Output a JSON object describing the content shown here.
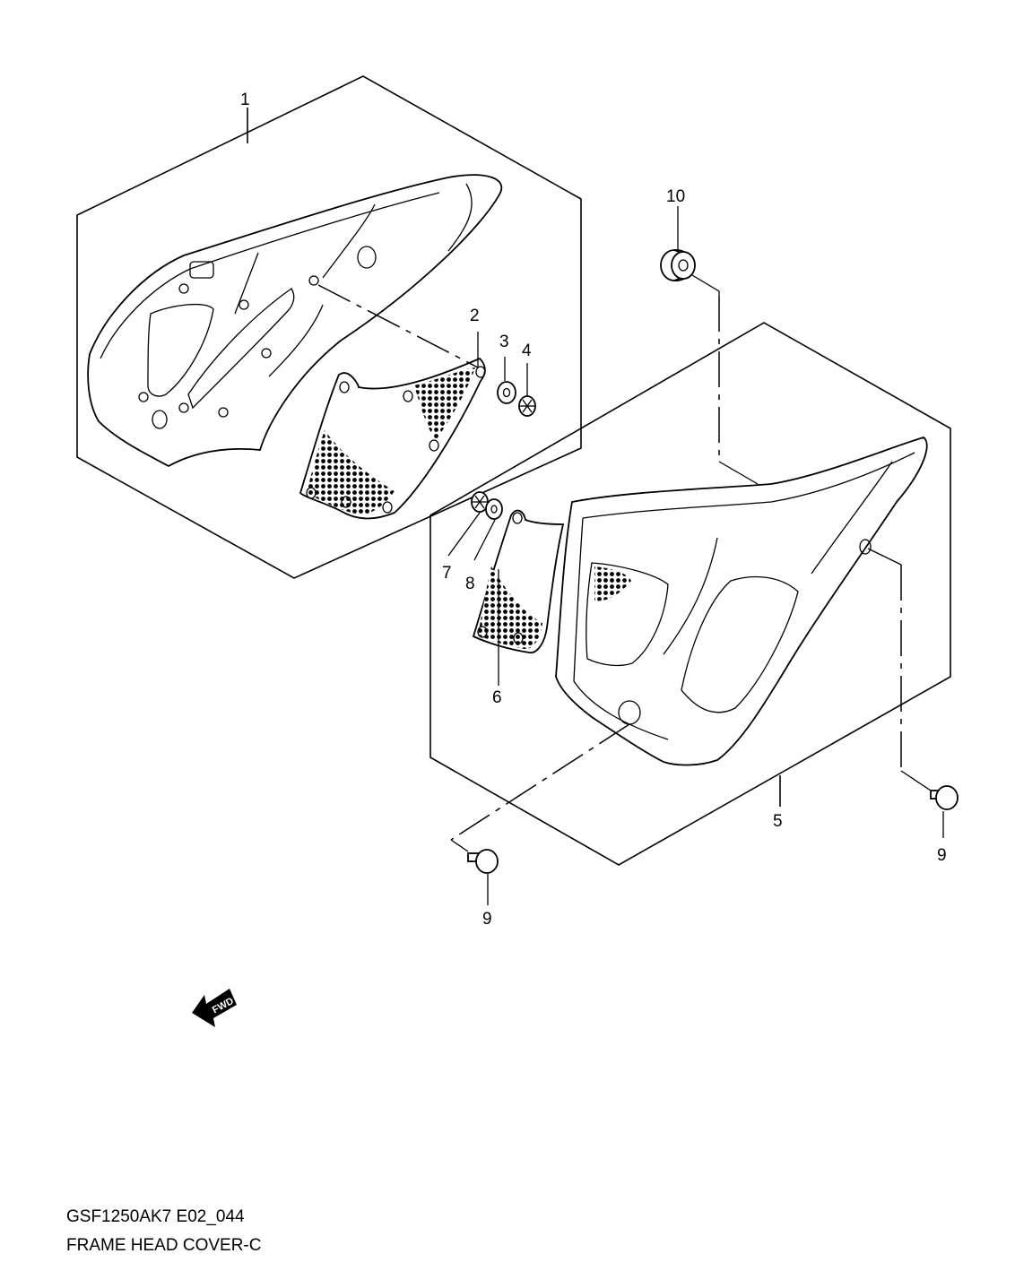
{
  "labels": {
    "p1": "1",
    "p2": "2",
    "p3": "3",
    "p4": "4",
    "p5": "5",
    "p6": "6",
    "p7": "7",
    "p8": "8",
    "p9a": "9",
    "p9b": "9",
    "p10": "10"
  },
  "fwd_label": "FWD",
  "caption": {
    "code": "GSF1250AK7 E02_044",
    "title": "FRAME HEAD COVER-C"
  }
}
